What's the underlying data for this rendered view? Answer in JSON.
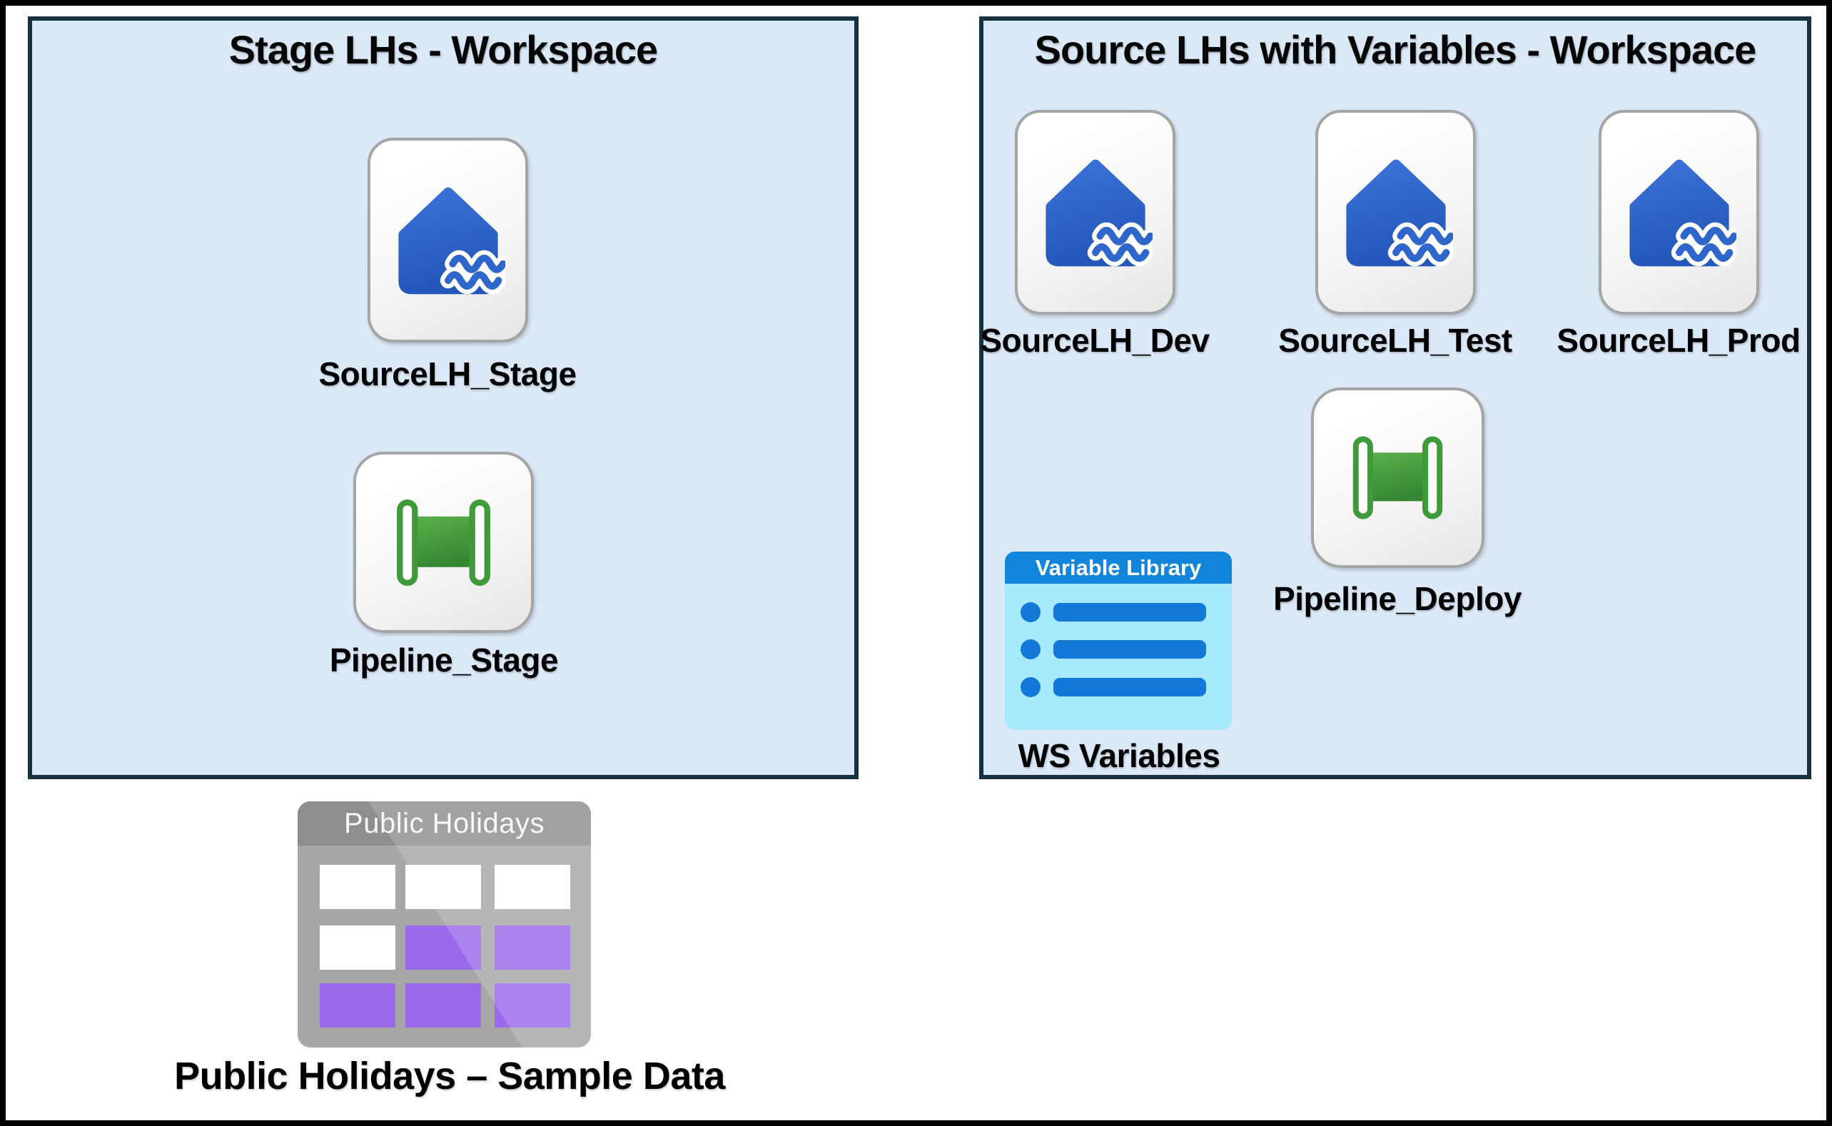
{
  "page": {
    "background": "#ffffff",
    "border_color": "#000000"
  },
  "stage_workspace": {
    "title": "Stage LHs - Workspace",
    "items": [
      {
        "type": "lakehouse",
        "label": "SourceLH_Stage"
      },
      {
        "type": "pipeline",
        "label": "Pipeline_Stage"
      }
    ]
  },
  "source_workspace": {
    "title": "Source LHs with Variables - Workspace",
    "lakehouses": [
      {
        "type": "lakehouse",
        "label": "SourceLH_Dev"
      },
      {
        "type": "lakehouse",
        "label": "SourceLH_Test"
      },
      {
        "type": "lakehouse",
        "label": "SourceLH_Prod"
      }
    ],
    "pipeline": {
      "type": "pipeline",
      "label": "Pipeline_Deploy"
    },
    "variable_library": {
      "type": "variable-library",
      "header": "Variable Library",
      "label": "WS Variables"
    }
  },
  "sample_data": {
    "type": "table",
    "icon_title": "Public Holidays",
    "label": "Public Holidays – Sample Data"
  },
  "colors": {
    "panel_bg": "#dbe8f7",
    "panel_border": "#15303f",
    "page_border": "#000000",
    "card_border": "#a5a5a5",
    "lakehouse_blue": "#2e64cb",
    "pipeline_green": "#3e9a3b",
    "varlib_header_bg": "#1185d9",
    "varlib_body_bg": "#a7e9fd",
    "varlib_row_blue": "#1478d8",
    "table_body_gray": "#a7a7a7",
    "table_header_gray": "#8e8e8e",
    "table_purple": "#9b69eb"
  }
}
